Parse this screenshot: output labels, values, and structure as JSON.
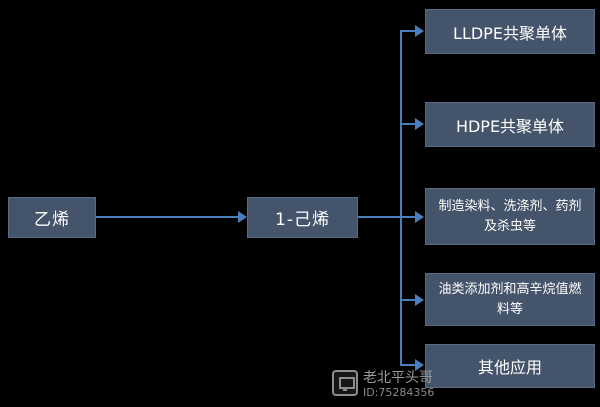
{
  "diagram": {
    "root": {
      "label": "乙烯"
    },
    "intermediate": {
      "label": "1-己烯"
    },
    "branches": [
      {
        "label": "LLDPE共聚单体"
      },
      {
        "label": "HDPE共聚单体"
      },
      {
        "label": "制造染料、洗涤剂、药剂及杀虫等"
      },
      {
        "label": "油类添加剂和高辛烷值燃料等"
      },
      {
        "label": "其他应用"
      }
    ]
  },
  "watermark": {
    "name": "老北平头哥",
    "id": "ID:75284356",
    "logo": "tv-logo-icon"
  },
  "colors": {
    "background": "#000000",
    "box_fill": "#44546a",
    "box_border": "#5a6a82",
    "arrow": "#4a7ebb",
    "text": "#ffffff",
    "watermark_text": "#9a9a9a"
  }
}
